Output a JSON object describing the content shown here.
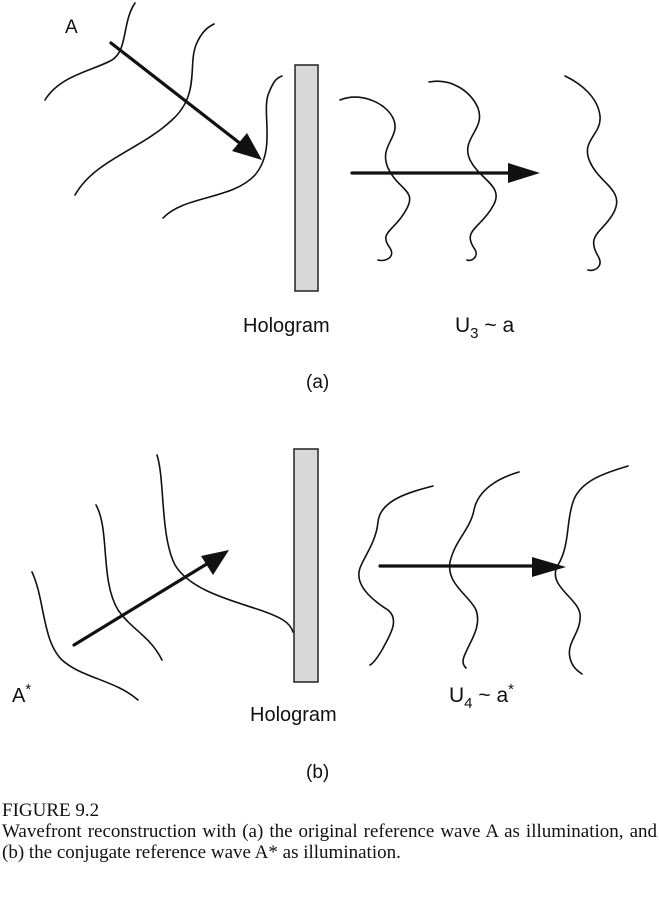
{
  "panel_a": {
    "wave_label": "A",
    "hologram_label": "Hologram",
    "output_label_main": "U",
    "output_label_sub": "3",
    "output_label_rest": " ~ a",
    "panel_label": "(a)"
  },
  "panel_b": {
    "wave_label_main": "A",
    "wave_label_sup": "*",
    "hologram_label": "Hologram",
    "output_label_main": "U",
    "output_label_sub": "4",
    "output_label_rest": " ~ a",
    "output_label_sup": "*",
    "panel_label": "(b)"
  },
  "caption": {
    "title": "FIGURE 9.2",
    "text": "Wavefront reconstruction with (a) the original reference wave A as illumination, and (b) the conjugate reference wave A* as illumination."
  }
}
